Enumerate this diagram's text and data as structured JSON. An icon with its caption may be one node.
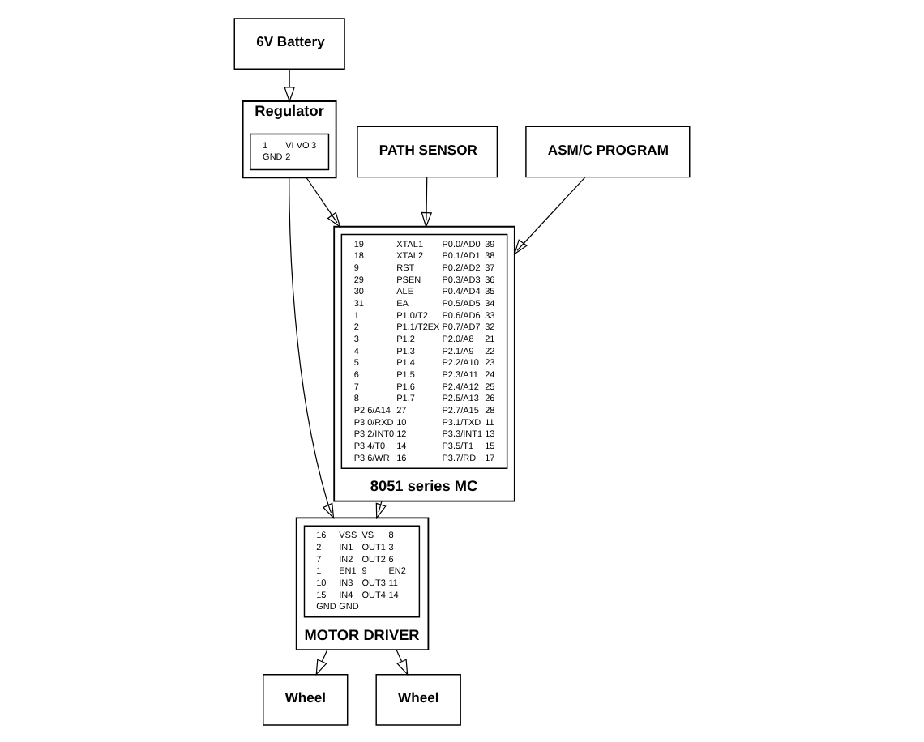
{
  "diagram": {
    "nodes": [
      {
        "text": [
          "6V Battery"
        ]
      },
      {
        "text": [
          "Regulator"
        ]
      },
      {
        "text": [
          "1",
          "VI",
          "VO",
          "3",
          "GND",
          "2"
        ],
        "in": 1
      },
      {
        "text": [
          "Wheel"
        ]
      },
      {
        "text": [
          "Wheel"
        ]
      },
      {
        "text": [
          "MOTOR DRIVER"
        ]
      },
      {
        "text": [
          "16",
          "VSS",
          "VS",
          "8",
          "2",
          "IN1",
          "OUT1",
          "3",
          "7",
          "IN2",
          "OUT2",
          "6",
          "1",
          "EN1",
          "9",
          "EN2",
          "10",
          "IN3",
          "OUT3",
          "11",
          "15",
          "IN4",
          "OUT4",
          "14",
          "GND",
          "GND"
        ],
        "in": 5
      },
      {
        "text": [
          "8051 series MC"
        ]
      },
      {
        "text": [
          "19",
          "XTAL1",
          "P0.0/AD0",
          "39",
          "18",
          "XTAL2",
          "P0.1/AD1",
          "38",
          "9",
          "RST",
          "P0.2/AD2",
          "37",
          "29",
          "PSEN",
          "P0.3/AD3",
          "36",
          "30",
          "ALE",
          "P0.4/AD4",
          "35",
          "31",
          "EA",
          "P0.5/AD5",
          "34",
          "1",
          "P1.0/T2",
          "P0.6/AD6",
          "33",
          "2",
          "P1.1/T2EX",
          "P0.7/AD7",
          "32",
          "3",
          "P1.2",
          "P2.0/A8",
          "21",
          "4",
          "P1.3",
          "P2.1/A9",
          "22",
          "5",
          "P1.4",
          "P2.2/A10",
          "23",
          "6",
          "P1.5",
          "P2.3/A11",
          "24",
          "7",
          "P1.6",
          "P2.4/A12",
          "25",
          "8",
          "P1.7",
          "P2.5/A13",
          "26",
          "P2.6/A14",
          "27",
          "P2.7/A15",
          "28",
          "P3.0/RXD",
          "10",
          "P3.1/TXD",
          "11",
          "P3.2/INT0",
          "12",
          "P3.3/INT1",
          "13",
          "P3.4/T0",
          "14",
          "P3.5/T1",
          "15",
          "P3.6/WR",
          "16",
          "P3.7/RD",
          "17"
        ],
        "in": 7
      },
      {
        "text": [
          "PATH SENSOR"
        ]
      },
      {
        "text": [
          "ASM/C PROGRAM"
        ]
      }
    ],
    "edges": [
      {
        "from": 0,
        "to": 1,
        "arrow": "to"
      },
      {
        "from": 1,
        "to": 5,
        "arrow": "to"
      },
      {
        "from": 1,
        "to": 7,
        "arrow": "to"
      },
      {
        "from": 7,
        "to": 5,
        "arrow": "to"
      },
      {
        "from": 5,
        "to": 3,
        "arrow": "to"
      },
      {
        "from": 5,
        "to": 4,
        "arrow": "to"
      },
      {
        "from": 9,
        "to": 7,
        "arrow": "to"
      },
      {
        "from": 10,
        "to": 7,
        "arrow": "to"
      }
    ]
  }
}
